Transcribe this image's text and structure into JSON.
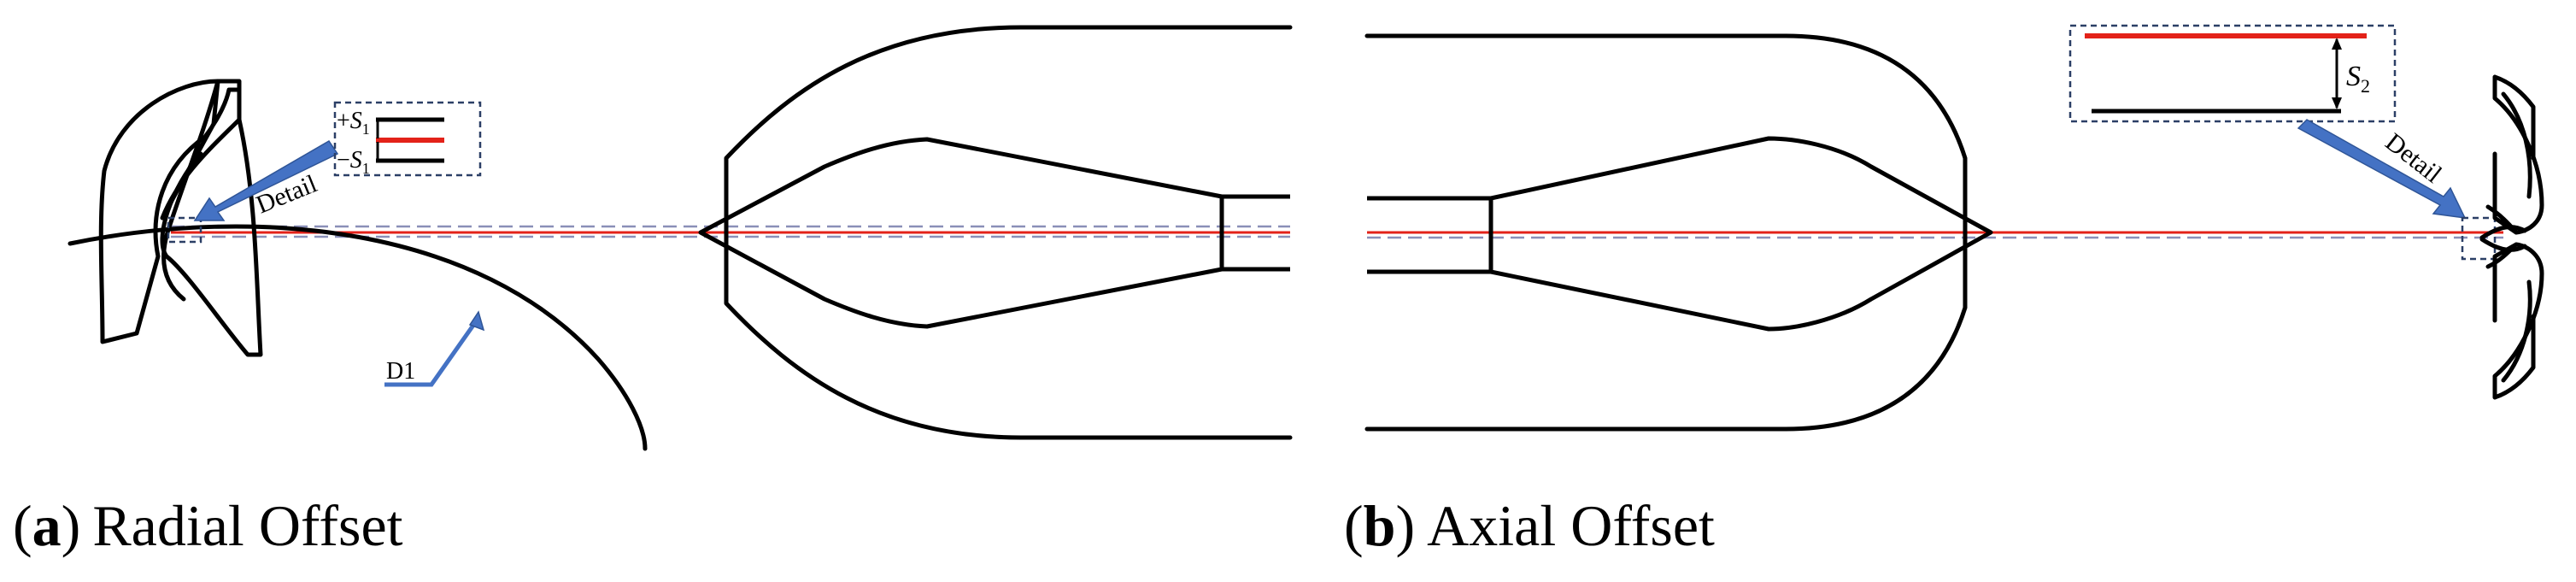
{
  "panel_a": {
    "caption_letter": "a",
    "caption_text": "Radial Offset",
    "detail_label": "Detail",
    "plus_sign": "+",
    "minus_sign": "−",
    "offset_symbol": "S",
    "offset_subscript": "1",
    "diameter_label": "D1"
  },
  "panel_b": {
    "caption_letter": "b",
    "caption_text": "Axial Offset",
    "detail_label": "Detail",
    "offset_symbol": "S",
    "offset_subscript": "2"
  },
  "caption_open": "(",
  "caption_close": ")",
  "colors": {
    "outline": "#000000",
    "reference_axis": "#e32219",
    "offset_axis": "#8a8fb8",
    "detail_arrow": "#4472c4",
    "detail_box": "#2b3f66"
  }
}
